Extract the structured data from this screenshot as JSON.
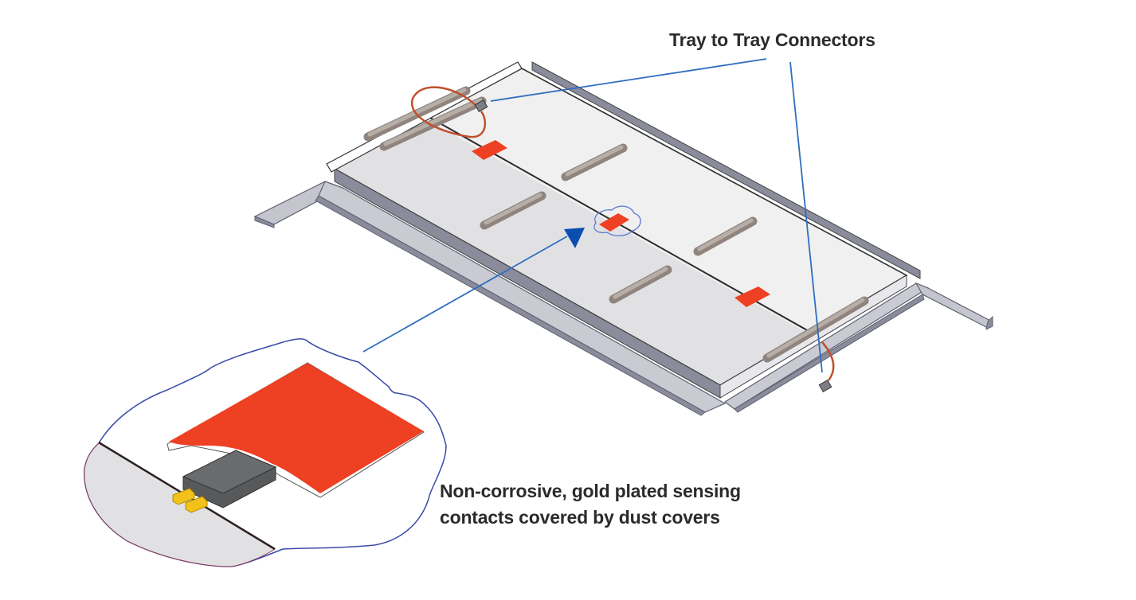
{
  "figure": {
    "subject": "sensor tray with dust-covered sensing contacts",
    "colors": {
      "callout_line": "#2f6ebf",
      "arrow_head": "#0a4fb0",
      "dust_cover": "#ee4022",
      "tray_top_light": "#f0f0f0",
      "tray_top_shade": "#e1e1e4",
      "rail": "#8a8c9c",
      "rail_light": "#c4c5cd",
      "rod": "#a39892",
      "cable": "#c0502c",
      "contact_block": "#58595b",
      "gold_pins": "#f2c21a",
      "detail_outline": "#3a4aa8",
      "text": "#2b2b2b"
    }
  },
  "callouts": {
    "connectors": "Tray to Tray Connectors",
    "contacts_line1": "Non-corrosive, gold plated sensing",
    "contacts_line2": "contacts covered by dust covers"
  }
}
